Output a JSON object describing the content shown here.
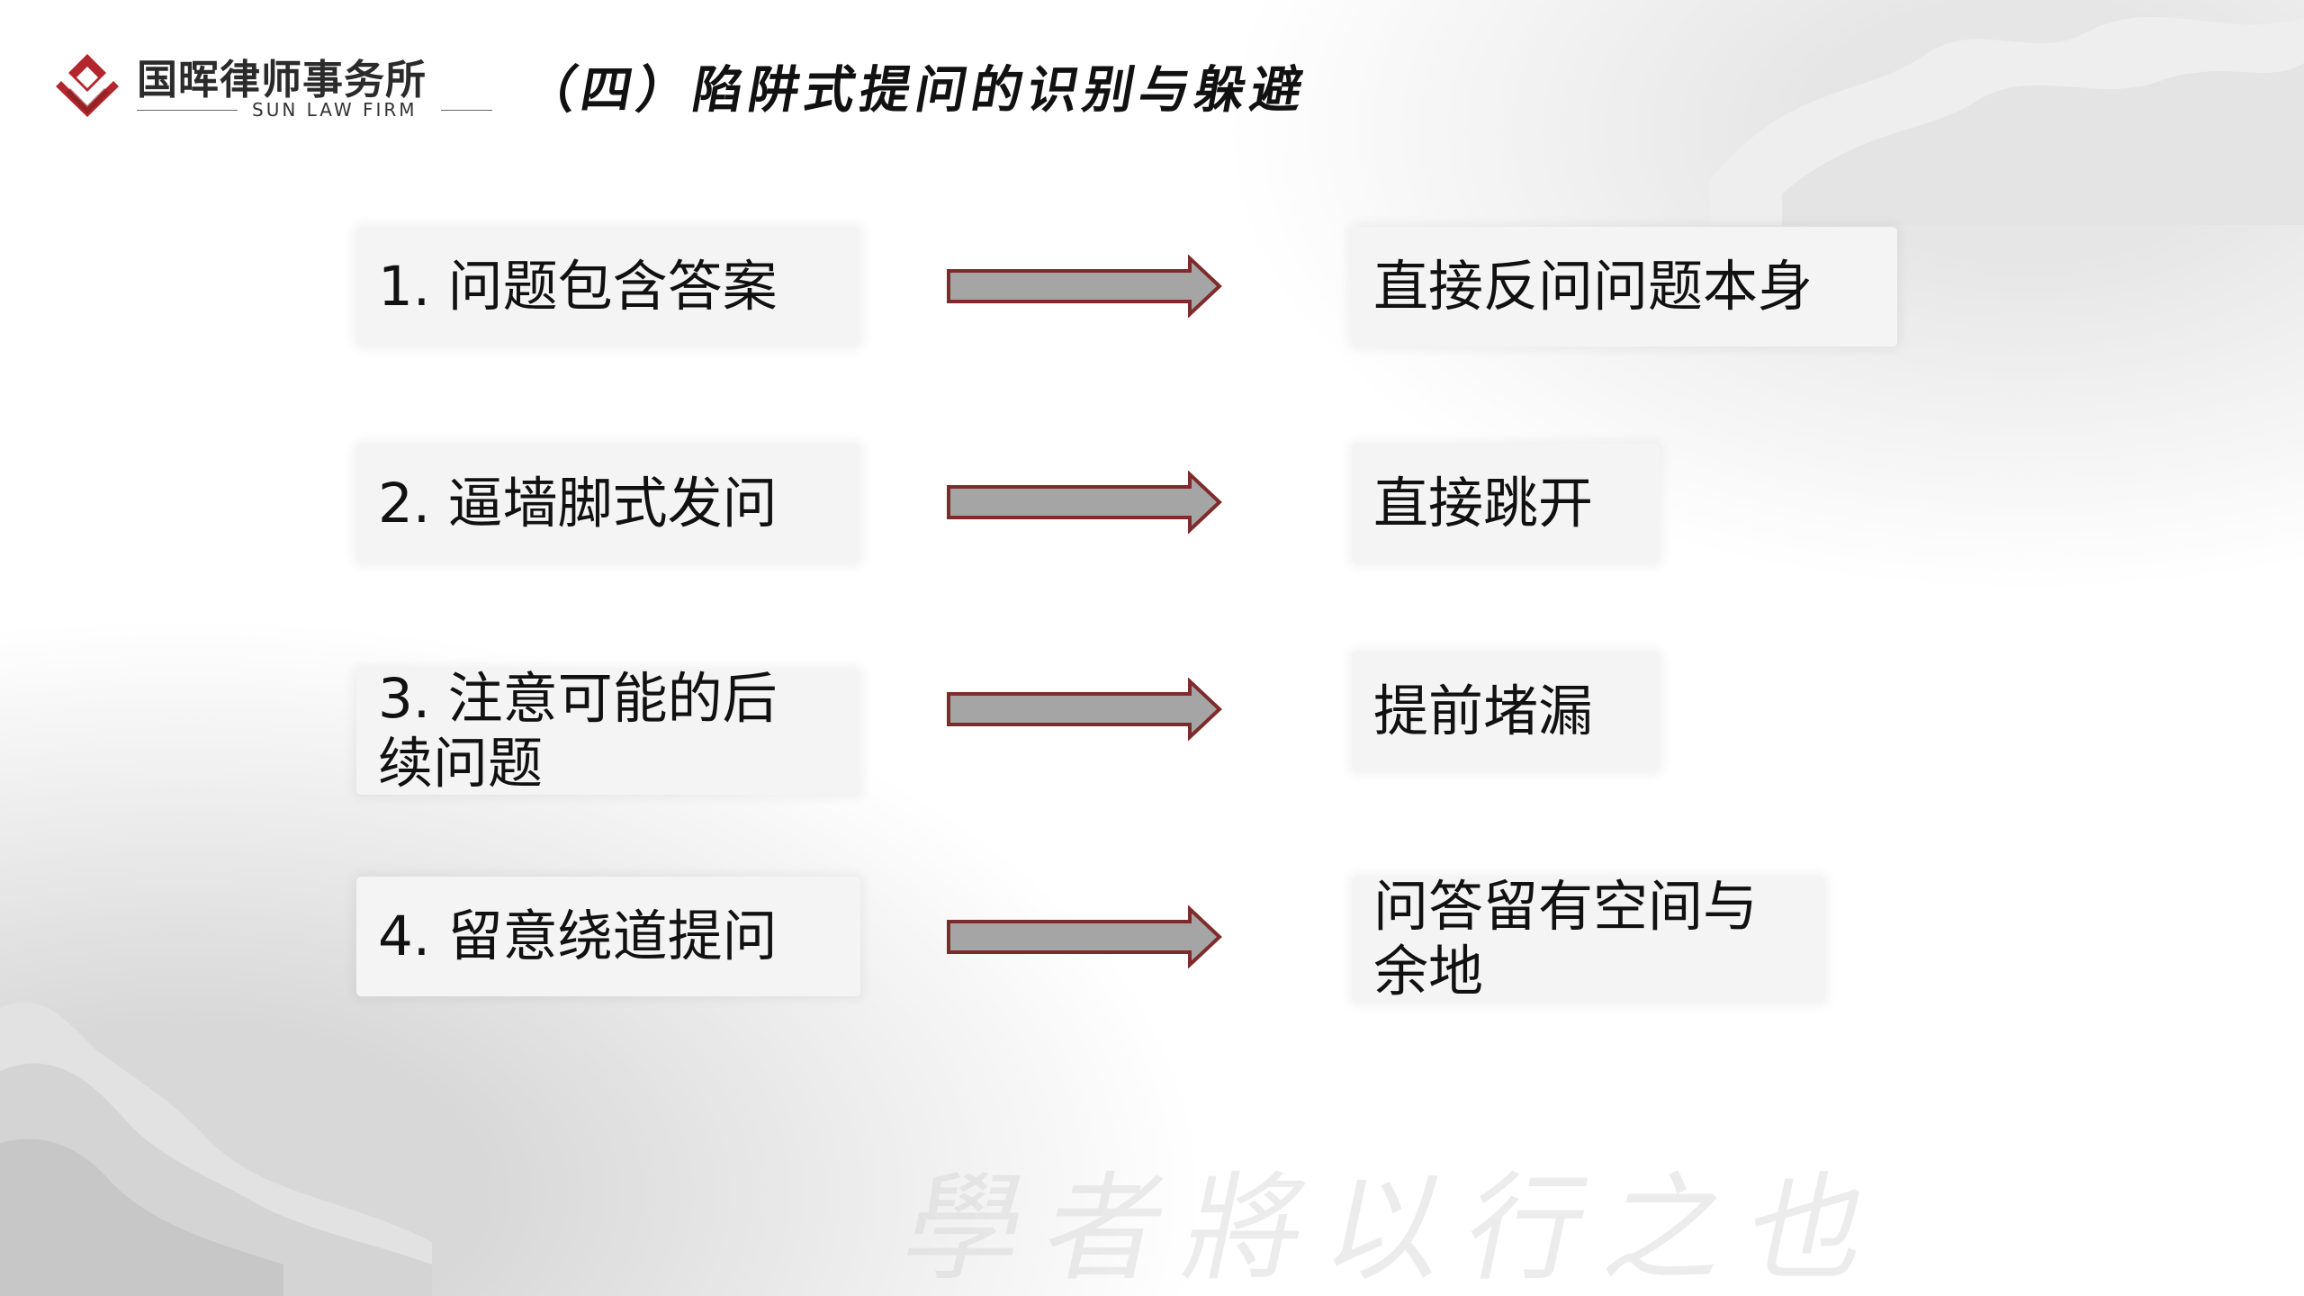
{
  "header": {
    "logo_name": "国晖律师事务所",
    "logo_subtitle": "SUN LAW FIRM",
    "title": "（四）陷阱式提问的识别与躲避"
  },
  "rows": [
    {
      "problem": "1. 问题包含答案",
      "response": "直接反问问题本身"
    },
    {
      "problem": "2. 逼墙脚式发问",
      "response": "直接跳开"
    },
    {
      "problem": "3. 注意可能的后续问题",
      "response": "提前堵漏"
    },
    {
      "problem": "4. 留意绕道提问",
      "response": "问答留有空间与余地"
    }
  ],
  "watermark": "學者將以行之也",
  "colors": {
    "brand_red": "#b3262d",
    "arrow_fill": "#a5a5a5",
    "arrow_stroke": "#7f2b2b",
    "card_bg": "#f4f4f4"
  }
}
